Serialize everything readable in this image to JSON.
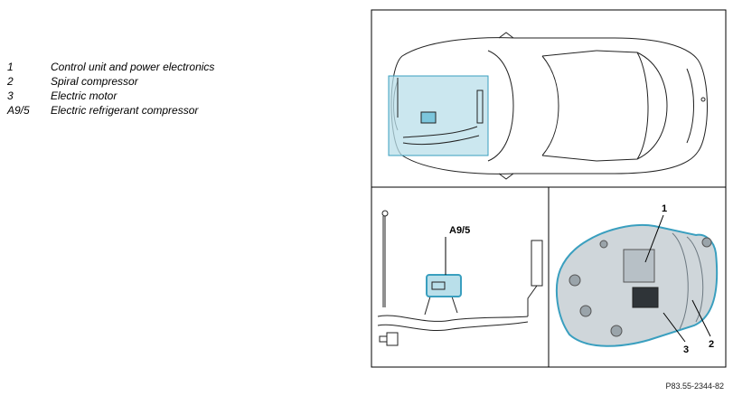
{
  "legend": [
    {
      "num": "1",
      "text": "Control unit and power electronics"
    },
    {
      "num": "2",
      "text": "Spiral compressor"
    },
    {
      "num": "3",
      "text": "Electric motor"
    },
    {
      "num": "A9/5",
      "text": "Electric refrigerant compressor"
    }
  ],
  "labels": {
    "component_code": "A9/5",
    "callout_1": "1",
    "callout_2": "2",
    "callout_3": "3"
  },
  "reference": "P83.55-2344-82",
  "colors": {
    "highlight": "#b9dfea",
    "highlight_stroke": "#3a9fbf",
    "frame": "#000000"
  }
}
